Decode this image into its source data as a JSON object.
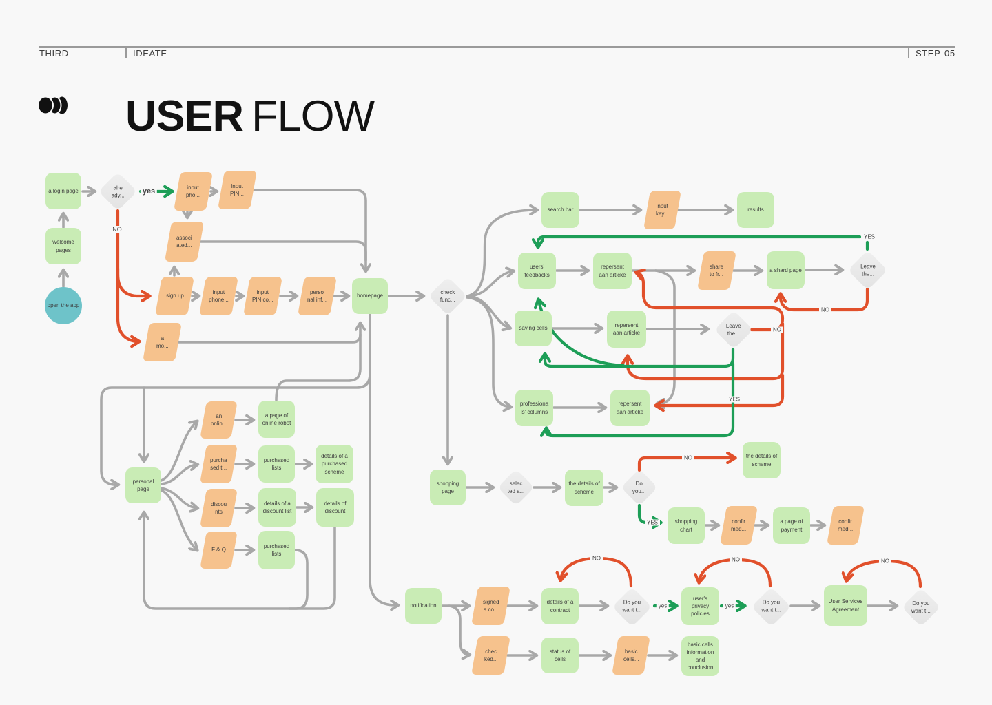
{
  "header": {
    "left": "THIRD",
    "center": "IDEATE",
    "right": "STEP",
    "step_no": "05"
  },
  "title": {
    "bold": "USER",
    "light": "FLOW"
  },
  "colors": {
    "background": "#f8f8f8",
    "green_box": "#c9ecb5",
    "orange_para": "#f6c28d",
    "diamond": "#e9e9e9",
    "teal_circle": "#6ec3c9",
    "gray_line": "#a8a8a8",
    "red_line": "#e1502b",
    "green_line": "#1d9e57",
    "text": "#3d3d3d"
  },
  "nodes": [
    {
      "id": "open_app",
      "shape": "circle",
      "label": "open the app"
    },
    {
      "id": "welcome",
      "shape": "box",
      "label": "welcome\npages"
    },
    {
      "id": "login",
      "shape": "box",
      "label": "a login page"
    },
    {
      "id": "d_already",
      "shape": "diamond",
      "label": "alre\nady..."
    },
    {
      "id": "p_input_pho",
      "shape": "para",
      "label": "input\npho..."
    },
    {
      "id": "p_input_pin",
      "shape": "para",
      "label": "Input\nPIN..."
    },
    {
      "id": "p_assoc",
      "shape": "para",
      "label": "associ\nated..."
    },
    {
      "id": "p_signup",
      "shape": "para",
      "label": "sign up"
    },
    {
      "id": "p_phone2",
      "shape": "para",
      "label": "input\nphone..."
    },
    {
      "id": "p_pinco",
      "shape": "para",
      "label": "input\nPIN co..."
    },
    {
      "id": "p_persinf",
      "shape": "para",
      "label": "perso\nnal inf..."
    },
    {
      "id": "p_amo",
      "shape": "para",
      "label": "a\nmo..."
    },
    {
      "id": "homepage",
      "shape": "box",
      "label": "homepage"
    },
    {
      "id": "d_check",
      "shape": "diamond",
      "label": "check\nfunc..."
    },
    {
      "id": "search_bar",
      "shape": "box",
      "label": "search bar"
    },
    {
      "id": "p_inputkey",
      "shape": "para",
      "label": "input\nkey..."
    },
    {
      "id": "results",
      "shape": "box",
      "label": "results"
    },
    {
      "id": "users_fb",
      "shape": "box",
      "label": "users'\nfeedbacks"
    },
    {
      "id": "rep1",
      "shape": "box",
      "label": "repersent\naan articke"
    },
    {
      "id": "p_share",
      "shape": "para",
      "label": "share\nto fr..."
    },
    {
      "id": "shard",
      "shape": "box",
      "label": "a shard page"
    },
    {
      "id": "d_leave1",
      "shape": "diamond",
      "label": "Leave\nthe..."
    },
    {
      "id": "saving",
      "shape": "box",
      "label": "saving cells"
    },
    {
      "id": "rep2",
      "shape": "box",
      "label": "repersent\naan articke"
    },
    {
      "id": "d_leave2",
      "shape": "diamond",
      "label": "Leave\nthe..."
    },
    {
      "id": "prof",
      "shape": "box",
      "label": "professiona\nls' columns"
    },
    {
      "id": "rep3",
      "shape": "box",
      "label": "repersent\naan articke"
    },
    {
      "id": "shop_page",
      "shape": "box",
      "label": "shopping\npage"
    },
    {
      "id": "d_selected",
      "shape": "diamond",
      "label": "selec\nted a..."
    },
    {
      "id": "details1",
      "shape": "box",
      "label": "the details of\nscheme"
    },
    {
      "id": "d_doyou",
      "shape": "diamond",
      "label": "Do\nyou..."
    },
    {
      "id": "details2",
      "shape": "box",
      "label": "the details of\nscheme"
    },
    {
      "id": "chart",
      "shape": "box",
      "label": "shopping\nchart"
    },
    {
      "id": "p_conf1",
      "shape": "para",
      "label": "confir\nmed..."
    },
    {
      "id": "payment",
      "shape": "box",
      "label": "a page of\npayment"
    },
    {
      "id": "p_conf2",
      "shape": "para",
      "label": "confir\nmed..."
    },
    {
      "id": "personal",
      "shape": "box",
      "label": "personal\npage"
    },
    {
      "id": "p_anonlin",
      "shape": "para",
      "label": "an\nonlin..."
    },
    {
      "id": "robot",
      "shape": "box",
      "label": "a page of\nonline robot"
    },
    {
      "id": "p_purcht",
      "shape": "para",
      "label": "purcha\nsed t..."
    },
    {
      "id": "plists1",
      "shape": "box",
      "label": "purchased\nlists"
    },
    {
      "id": "dps",
      "shape": "box",
      "label": "details of a\npurchased\nscheme"
    },
    {
      "id": "p_disc",
      "shape": "para",
      "label": "discou\nnts"
    },
    {
      "id": "ddl",
      "shape": "box",
      "label": "details of a\ndiscount list"
    },
    {
      "id": "dod",
      "shape": "box",
      "label": "details of\ndiscount"
    },
    {
      "id": "p_fq",
      "shape": "para",
      "label": "F & Q"
    },
    {
      "id": "plists2",
      "shape": "box",
      "label": "purchased\nlists"
    },
    {
      "id": "notif",
      "shape": "box",
      "label": "notification"
    },
    {
      "id": "p_signed",
      "shape": "para",
      "label": "signed\na co..."
    },
    {
      "id": "contract",
      "shape": "box",
      "label": "details of a\ncontract"
    },
    {
      "id": "d_want1",
      "shape": "diamond",
      "label": "Do you\nwant t..."
    },
    {
      "id": "privacy",
      "shape": "box",
      "label": "user's\nprivacy\npolicies"
    },
    {
      "id": "d_want2",
      "shape": "diamond",
      "label": "Do you\nwant t..."
    },
    {
      "id": "services",
      "shape": "box",
      "label": "User Services\nAgreement"
    },
    {
      "id": "d_want3",
      "shape": "diamond",
      "label": "Do you\nwant t..."
    },
    {
      "id": "p_checked",
      "shape": "para",
      "label": "chec\nked..."
    },
    {
      "id": "status",
      "shape": "box",
      "label": "status of\ncells"
    },
    {
      "id": "p_basic",
      "shape": "para",
      "label": "basic\ncells..."
    },
    {
      "id": "info",
      "shape": "box",
      "label": "basic cells\ninformation\nand\nconclusion"
    }
  ],
  "edge_labels": [
    {
      "id": "yes_login",
      "text": "yes"
    },
    {
      "id": "no_login",
      "text": "NO"
    },
    {
      "id": "yes_leave1",
      "text": "YES"
    },
    {
      "id": "no_leave1",
      "text": "NO"
    },
    {
      "id": "no_leave2",
      "text": "NO"
    },
    {
      "id": "yes_leave2",
      "text": "YES"
    },
    {
      "id": "no_shop",
      "text": "NO"
    },
    {
      "id": "yes_shop",
      "text": "YES"
    },
    {
      "id": "yes_c1",
      "text": "yes"
    },
    {
      "id": "yes_c2",
      "text": "yes"
    },
    {
      "id": "no_arc1",
      "text": "NO"
    },
    {
      "id": "no_arc2",
      "text": "NO"
    },
    {
      "id": "no_arc3",
      "text": "NO"
    }
  ]
}
